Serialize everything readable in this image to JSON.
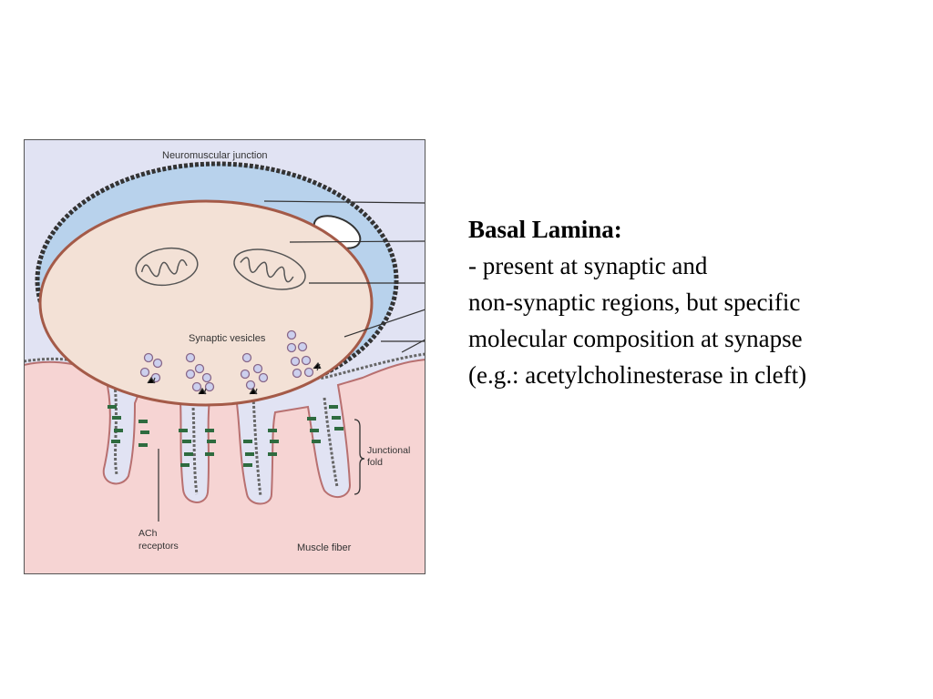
{
  "diagram": {
    "labels": {
      "neuromuscular_junction": "Neuromuscular junction",
      "synaptic_vesicles": "Synaptic vesicles",
      "junctional_fold_line1": "Junctional",
      "junctional_fold_line2": "fold",
      "ach_receptors_line1": "ACh",
      "ach_receptors_line2": "receptors",
      "muscle_fiber": "Muscle fiber"
    },
    "colors": {
      "background": "#e1e3f3",
      "muscle": "#f6d4d3",
      "schwann": "#b8d2ec",
      "terminal": "#f3e1d6",
      "terminal_membrane": "#a45a48",
      "receptor": "#2e6b3f"
    }
  },
  "text": {
    "heading": "Basal Lamina:",
    "lines": [
      "- present at synaptic and",
      "non-synaptic regions, but specific",
      "molecular composition at synapse",
      "(e.g.: acetylcholinesterase in cleft)"
    ]
  }
}
